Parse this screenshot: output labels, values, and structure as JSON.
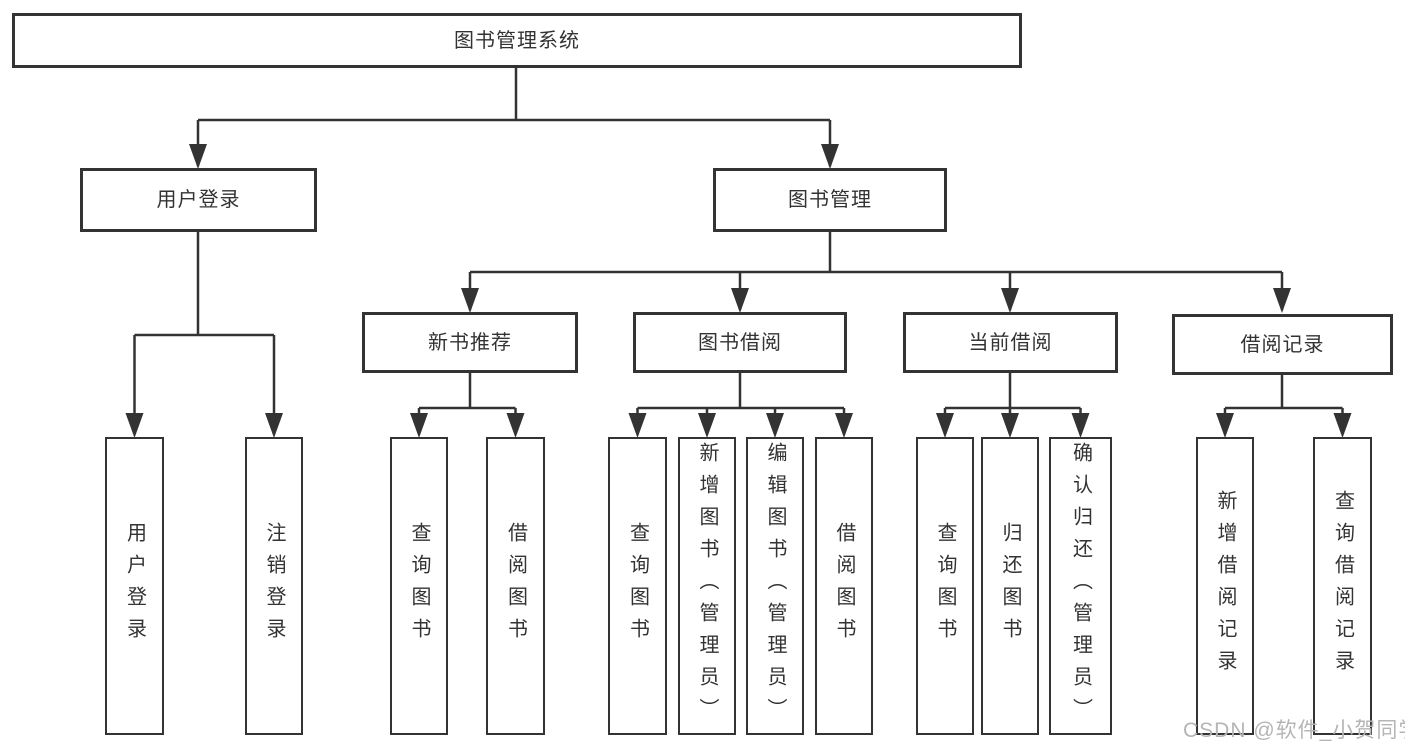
{
  "diagram": {
    "root": {
      "label": "图书管理系统",
      "children": [
        {
          "label": "用户登录",
          "children": [
            {
              "label": "用户登录"
            },
            {
              "label": "注销登录"
            }
          ]
        },
        {
          "label": "图书管理",
          "children": [
            {
              "label": "新书推荐",
              "children": [
                {
                  "label": "查询图书"
                },
                {
                  "label": "借阅图书"
                }
              ]
            },
            {
              "label": "图书借阅",
              "children": [
                {
                  "label": "查询图书"
                },
                {
                  "label": "新增图书（管理员）"
                },
                {
                  "label": "编辑图书（管理员）"
                },
                {
                  "label": "借阅图书"
                }
              ]
            },
            {
              "label": "当前借阅",
              "children": [
                {
                  "label": "查询图书"
                },
                {
                  "label": "归还图书"
                },
                {
                  "label": "确认归还（管理员）"
                }
              ]
            },
            {
              "label": "借阅记录",
              "children": [
                {
                  "label": "新增借阅记录"
                },
                {
                  "label": "查询借阅记录"
                }
              ]
            }
          ]
        }
      ]
    },
    "line_color": "#333333",
    "box_fill": "#ffffff"
  },
  "watermark": {
    "text": "CSDN @软件_小贺同学"
  }
}
